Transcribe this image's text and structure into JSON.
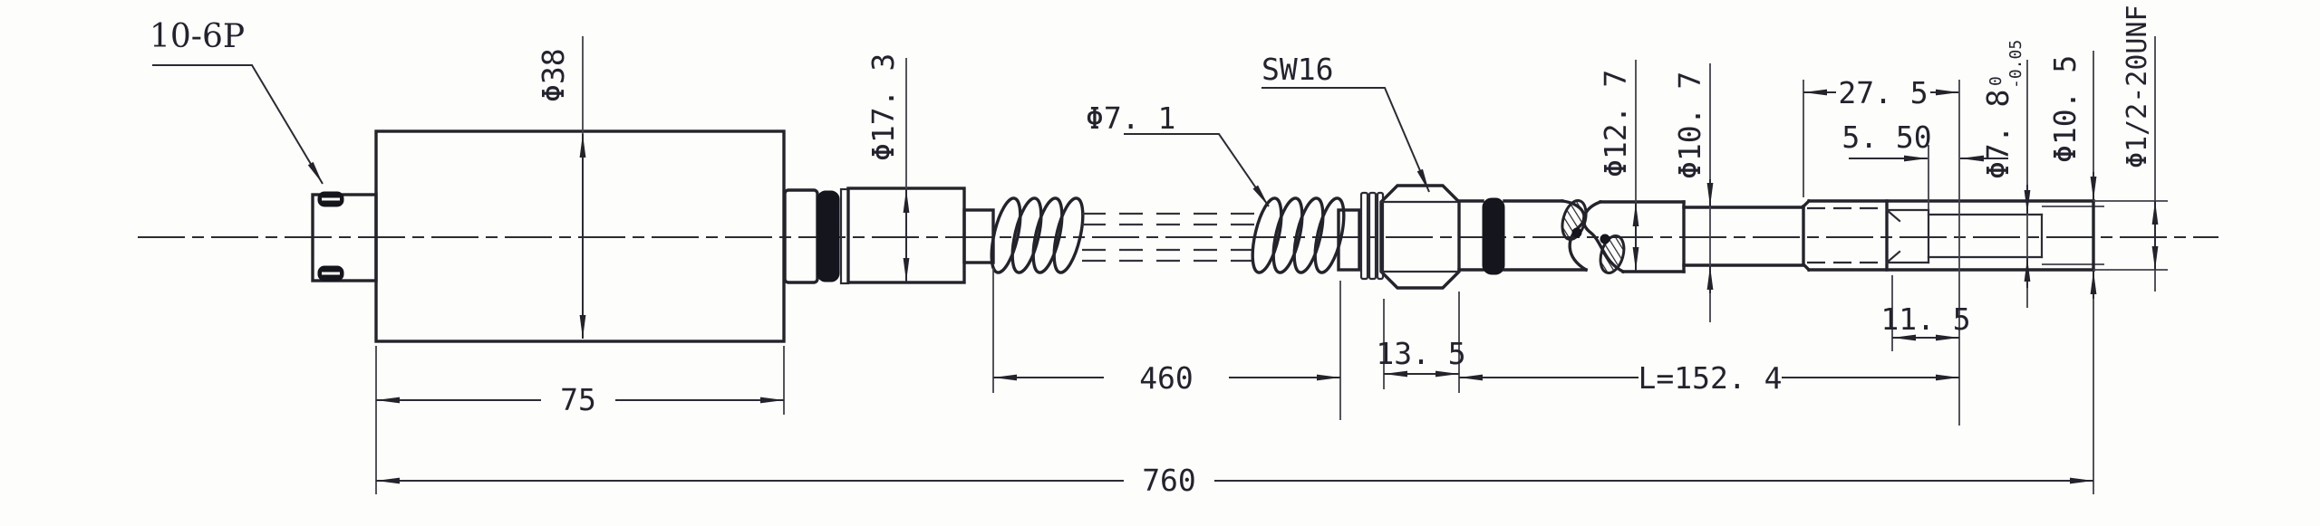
{
  "drawing": {
    "callouts": {
      "connector_label": "10-6P",
      "cable_diameter_label": "Φ7. 1",
      "wrench_size_label": "SW16"
    },
    "diameters": {
      "body": "Φ38",
      "neck": "Φ17. 3",
      "probe": "Φ12. 7",
      "probe_rear": "Φ10. 7",
      "tip": "Φ7. 8",
      "tip_tolerance_upper": "0",
      "tip_tolerance_lower": "-0.05",
      "thread_od": "Φ10. 5",
      "thread_spec": "Φ1/2-20UNF"
    },
    "lengths": {
      "body": "75",
      "flex_conduit": "460",
      "hex_nut": "13. 5",
      "probe": "L=152. 4",
      "tip_recess": "5. 50",
      "tip_section": "27. 5",
      "tip_thread": "11. 5",
      "overall": "760"
    }
  }
}
